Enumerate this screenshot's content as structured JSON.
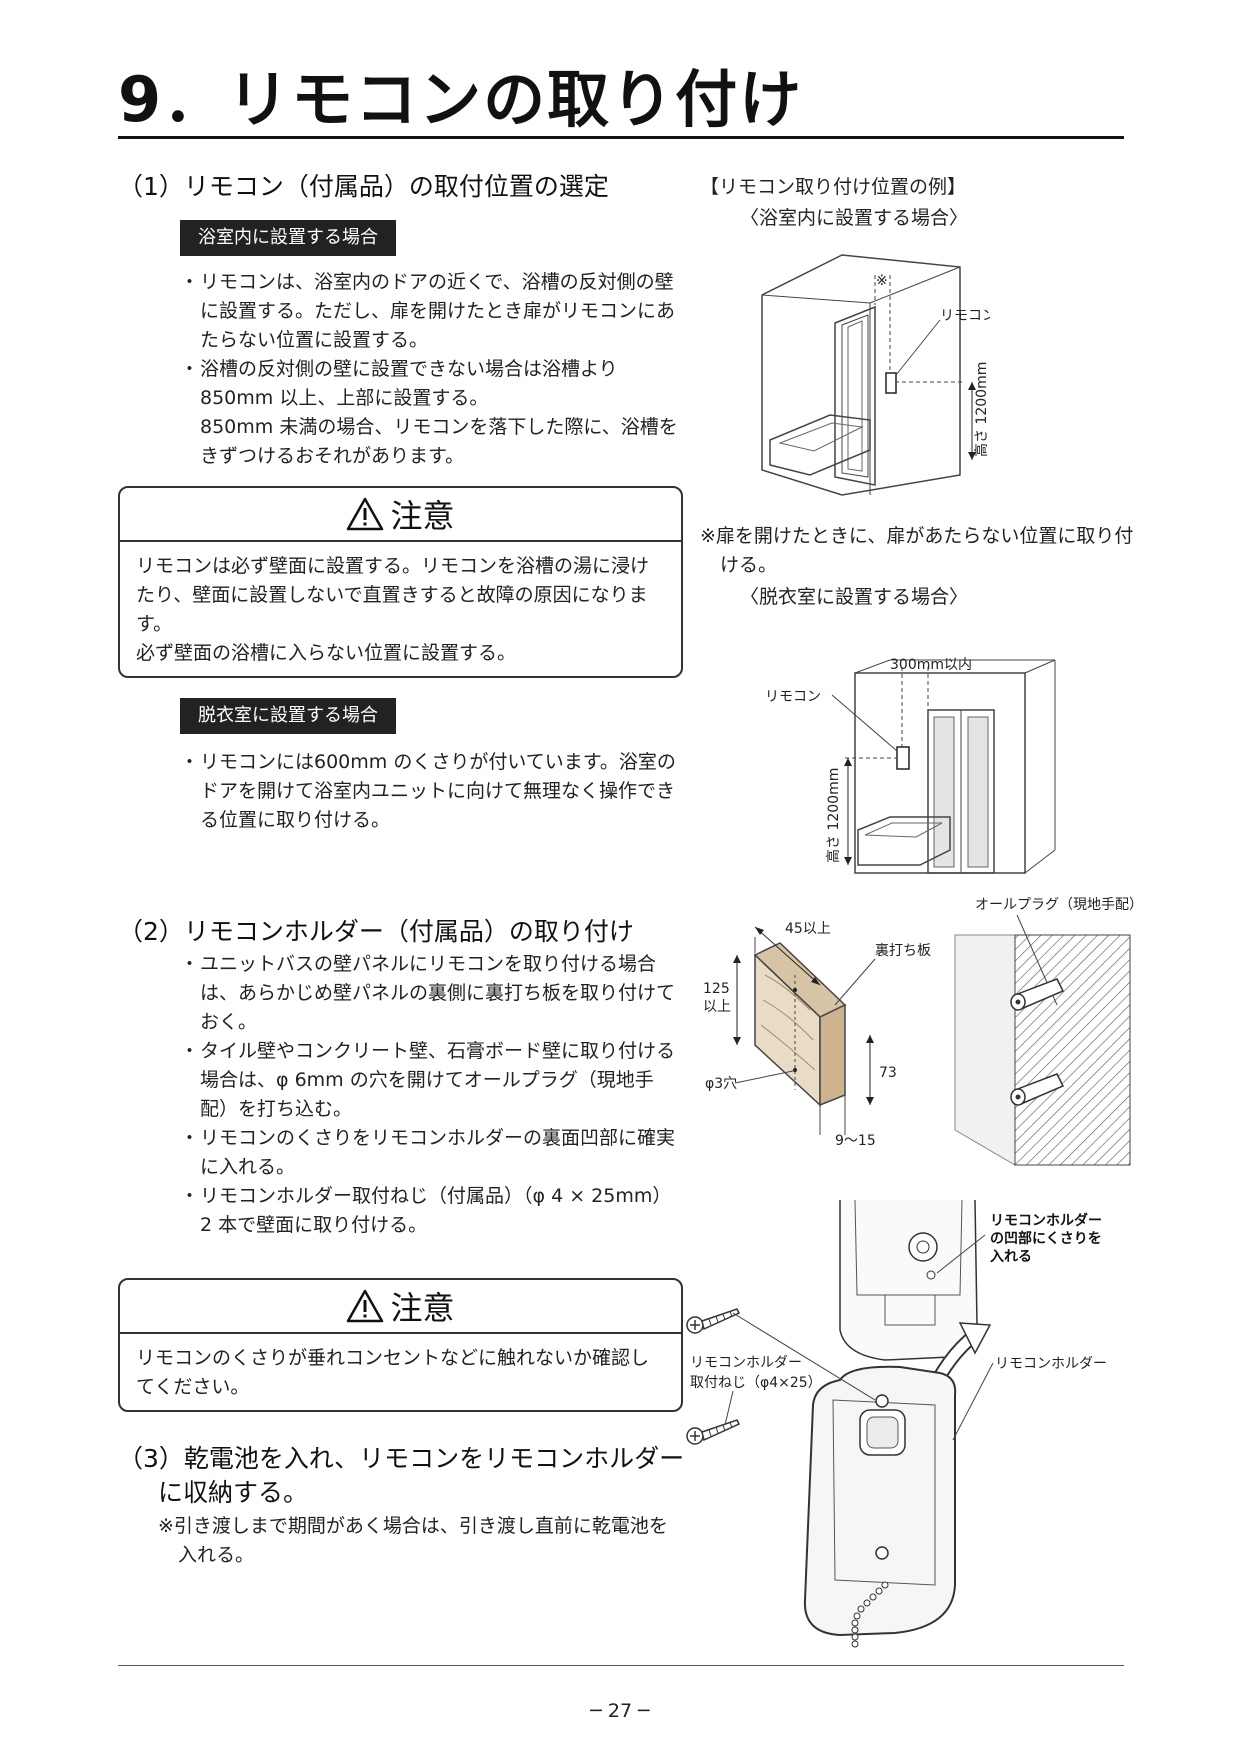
{
  "header": {
    "title": "9．リモコンの取り付け"
  },
  "section1": {
    "heading": "（1）リモコン（付属品）の取付位置の選定",
    "bathroom": {
      "badge": "浴室内に設置する場合",
      "bullet1": "リモコンは、浴室内のドアの近くで、浴槽の反対側の壁に設置する。ただし、扉を開けたとき扉がリモコンにあたらない位置に設置する。",
      "bullet2": "浴槽の反対側の壁に設置できない場合は浴槽より850mm 以上、上部に設置する。",
      "bullet2_note": "850mm 未満の場合、リモコンを落下した際に、浴槽をきずつけるおそれがあります。"
    },
    "caution1": {
      "title": "注意",
      "text1": "リモコンは必ず壁面に設置する。リモコンを浴槽の湯に浸けたり、壁面に設置しないで直置きすると故障の原因になります。",
      "text2": "必ず壁面の浴槽に入らない位置に設置する。"
    },
    "dressing": {
      "badge": "脱衣室に設置する場合",
      "bullet1": "リモコンには600mm のくさりが付いています。浴室のドアを開けて浴室内ユニットに向けて無理なく操作できる位置に取り付ける。"
    }
  },
  "figure1": {
    "title": "【リモコン取り付け位置の例】",
    "sub1": "〈浴室内に設置する場合〉",
    "label_remote": "リモコン",
    "label_mark": "※",
    "label_height": "高さ 1200mm",
    "note": "※扉を開けたときに、扉があたらない位置に取り付ける。",
    "sub2": "〈脱衣室に設置する場合〉",
    "label_300": "300mm以内",
    "label_remote2": "リモコン",
    "label_height2": "高さ 1200mm"
  },
  "section2": {
    "heading": "（2）リモコンホルダー（付属品）の取り付け",
    "bullet1": "ユニットバスの壁パネルにリモコンを取り付ける場合は、あらかじめ壁パネルの裏側に裏打ち板を取り付けておく。",
    "bullet2": "タイル壁やコンクリート壁、石膏ボード壁に取り付ける場合は、φ 6mm の穴を開けてオールプラグ（現地手配）を打ち込む。",
    "bullet3": "リモコンのくさりをリモコンホルダーの裏面凹部に確実に入れる。",
    "bullet4": "リモコンホルダー取付ねじ（付属品）（φ 4 × 25mm）2 本で壁面に取り付ける。"
  },
  "figure2": {
    "label_45": "45以上",
    "label_backing": "裏打ち板",
    "label_125a": "125",
    "label_125b": "以上",
    "label_73": "73",
    "label_hole": "φ3穴",
    "label_915": "9〜15",
    "label_plug": "オールプラグ（現地手配）"
  },
  "figure3": {
    "label_recess1": "リモコンホルダー",
    "label_recess2": "の凹部にくさりを",
    "label_recess3": "入れる",
    "label_screw1": "リモコンホルダー",
    "label_screw2": "取付ねじ（φ4×25）",
    "label_holder": "リモコンホルダー"
  },
  "caution2": {
    "title": "注意",
    "text": "リモコンのくさりが垂れコンセントなどに触れないか確認してください。"
  },
  "section3": {
    "heading1": "（3）乾電池を入れ、リモコンをリモコンホルダー",
    "heading2": "に収納する。",
    "note": "※引き渡しまで期間があく場合は、引き渡し直前に乾電池を入れる。"
  },
  "footer": {
    "page": "─ 27 ─"
  }
}
